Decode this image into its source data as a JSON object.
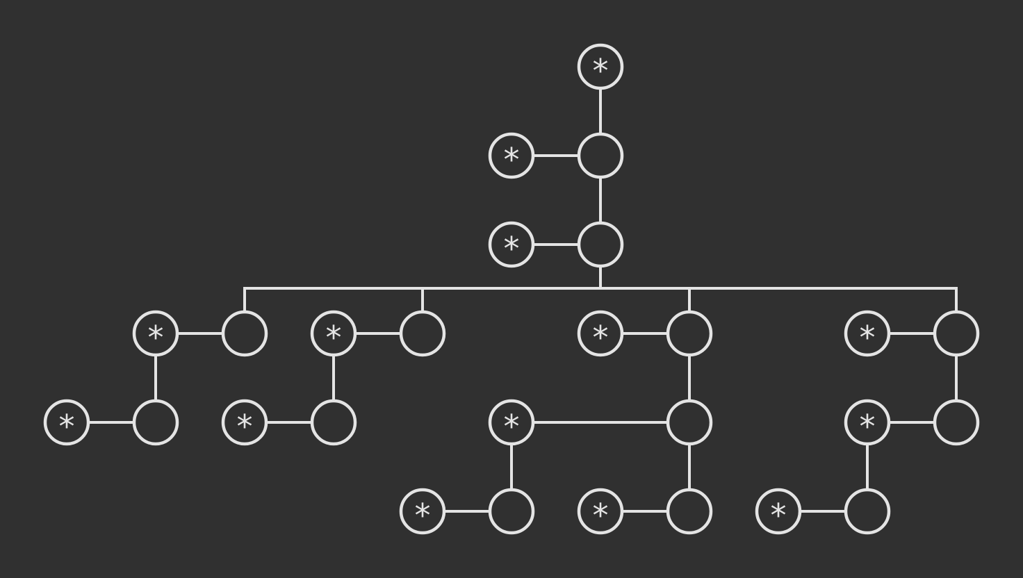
{
  "colors": {
    "background": "#303030",
    "stroke": "#e4e4e4"
  },
  "node_symbol": "*",
  "nodes": [
    {
      "id": "n1",
      "label": "*"
    },
    {
      "id": "n2",
      "label": ""
    },
    {
      "id": "n3",
      "label": "*"
    },
    {
      "id": "n4",
      "label": ""
    },
    {
      "id": "n5",
      "label": "*"
    },
    {
      "id": "n6",
      "label": ""
    },
    {
      "id": "n7",
      "label": "*"
    },
    {
      "id": "n8",
      "label": ""
    },
    {
      "id": "n9",
      "label": "*"
    },
    {
      "id": "n10",
      "label": ""
    },
    {
      "id": "n11",
      "label": "*"
    },
    {
      "id": "n12",
      "label": ""
    },
    {
      "id": "n13",
      "label": "*"
    },
    {
      "id": "n14",
      "label": ""
    },
    {
      "id": "n15",
      "label": "*"
    },
    {
      "id": "n16",
      "label": ""
    },
    {
      "id": "n17",
      "label": "*"
    },
    {
      "id": "n18",
      "label": ""
    },
    {
      "id": "n19",
      "label": "*"
    },
    {
      "id": "n20",
      "label": ""
    },
    {
      "id": "n21",
      "label": "*"
    },
    {
      "id": "n22",
      "label": ""
    },
    {
      "id": "n23",
      "label": "*"
    },
    {
      "id": "n24",
      "label": ""
    },
    {
      "id": "n25",
      "label": "*"
    },
    {
      "id": "n26",
      "label": ""
    },
    {
      "id": "n27",
      "label": "*"
    }
  ],
  "edges": [
    [
      "n1",
      "n2"
    ],
    [
      "n3",
      "n2"
    ],
    [
      "n2",
      "n4"
    ],
    [
      "n5",
      "n4"
    ],
    [
      "n4",
      "n6"
    ],
    [
      "n4",
      "n10"
    ],
    [
      "n4",
      "n14"
    ],
    [
      "n4",
      "n20"
    ],
    [
      "n7",
      "n6"
    ],
    [
      "n7",
      "n8"
    ],
    [
      "n9",
      "n8"
    ],
    [
      "n11",
      "n10"
    ],
    [
      "n11",
      "n12"
    ],
    [
      "n13",
      "n12"
    ],
    [
      "n15",
      "n14"
    ],
    [
      "n14",
      "n16"
    ],
    [
      "n17",
      "n16"
    ],
    [
      "n16",
      "n22"
    ],
    [
      "n23",
      "n22"
    ],
    [
      "n17",
      "n18"
    ],
    [
      "n19",
      "n18"
    ],
    [
      "n21",
      "n20"
    ],
    [
      "n20",
      "n24"
    ],
    [
      "n25",
      "n24"
    ],
    [
      "n25",
      "n26"
    ],
    [
      "n27",
      "n26"
    ]
  ]
}
